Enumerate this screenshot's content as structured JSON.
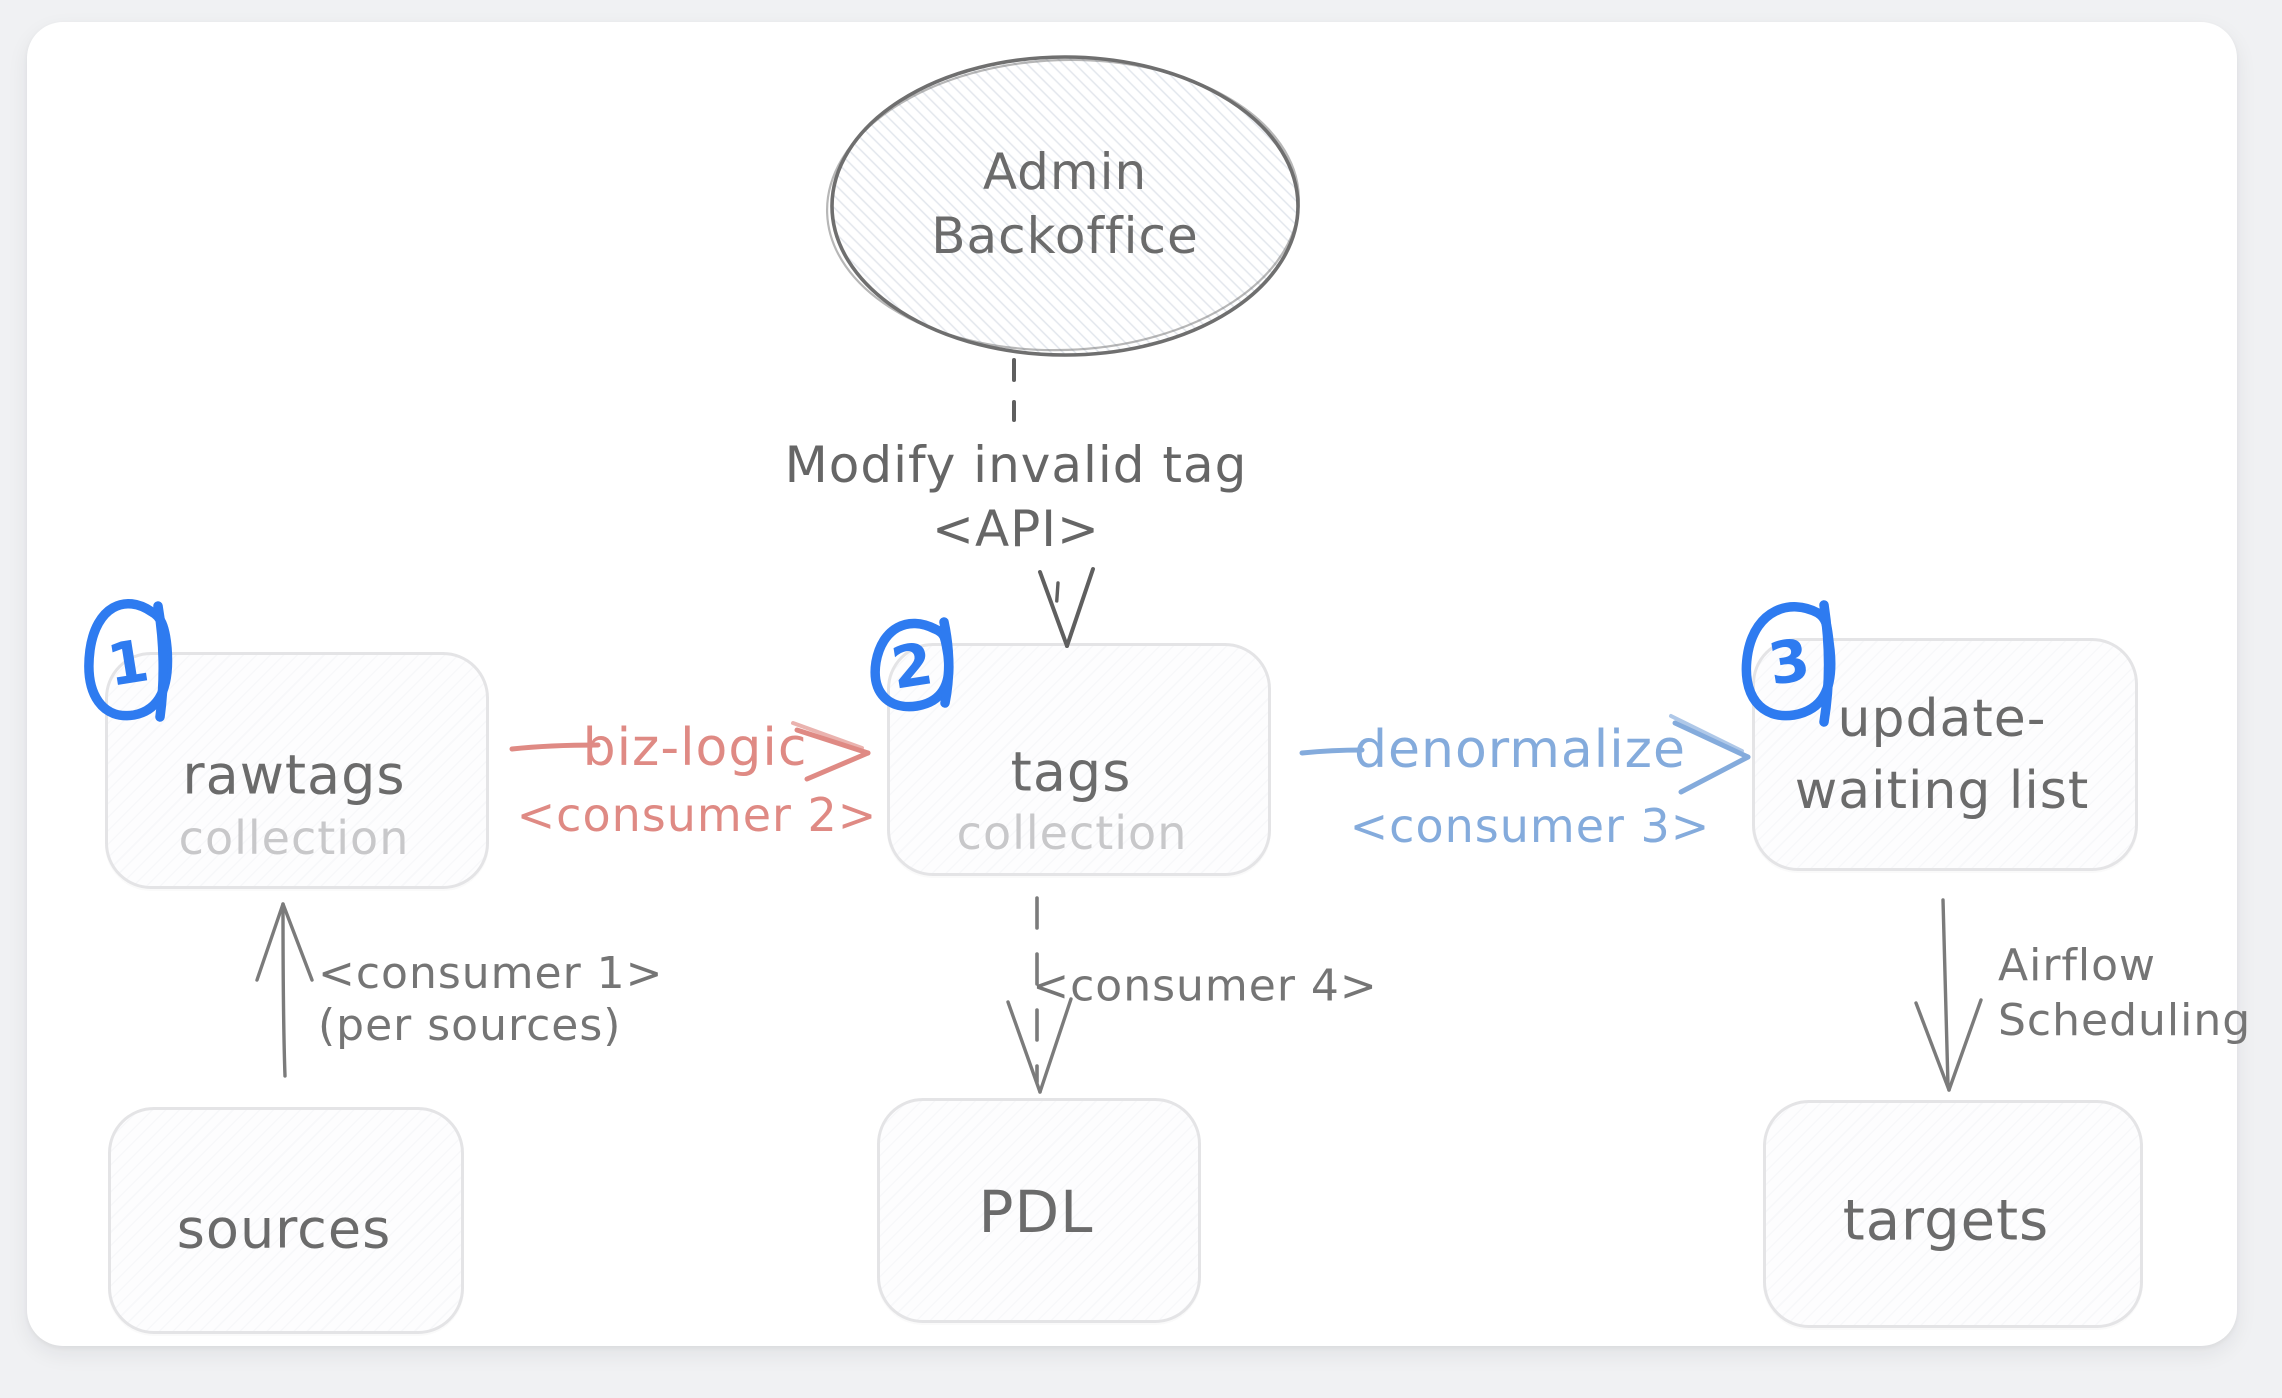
{
  "colors": {
    "ink": "#6b6b6b",
    "muted_text": "#c8c8ca",
    "node_border": "#e4e4e6",
    "arrow_gray": "#787878",
    "badge_blue": "#2e7bf0",
    "biz_logic_red": "#df8a84",
    "denormalize_blue": "#84abdc"
  },
  "nodes": {
    "admin_backoffice": {
      "label_line1": "Admin",
      "label_line2": "Backoffice"
    },
    "rawtags": {
      "label": "rawtags",
      "sublabel": "collection",
      "badge": "1"
    },
    "tags": {
      "label": "tags",
      "sublabel": "collection",
      "badge": "2"
    },
    "update_waiting_list": {
      "label_line1": "update-",
      "label_line2": "waiting list",
      "badge": "3"
    },
    "sources": {
      "label": "sources"
    },
    "pdl": {
      "label": "PDL"
    },
    "targets": {
      "label": "targets"
    }
  },
  "edges": {
    "modify_invalid_tag": {
      "label_line1": "Modify invalid tag",
      "label_line2": "<API>"
    },
    "biz_logic": {
      "label": "biz-logic",
      "sublabel": "<consumer 2>"
    },
    "denormalize": {
      "label": "denormalize",
      "sublabel": "<consumer 3>"
    },
    "consumer1": {
      "label_line1": "<consumer 1>",
      "label_line2": "(per sources)"
    },
    "consumer4": {
      "label": "<consumer 4>"
    },
    "airflow_scheduling": {
      "label_line1": "Airflow",
      "label_line2": "Scheduling"
    }
  }
}
